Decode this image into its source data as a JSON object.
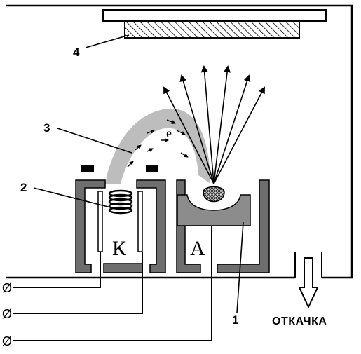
{
  "labels": {
    "target": "4",
    "electron_beam": "3",
    "filament": "2",
    "crucible": "1"
  },
  "electrodes": {
    "cathode": "К",
    "anode": "А"
  },
  "beam_symbol": "e",
  "pump_label": "ОТКАЧКА",
  "terminal_symbol": "Ø",
  "colors": {
    "metal": "#6e6e6e",
    "crucible": "#8c8c8c",
    "beam": "#bdbdbd",
    "outline": "#000000"
  }
}
